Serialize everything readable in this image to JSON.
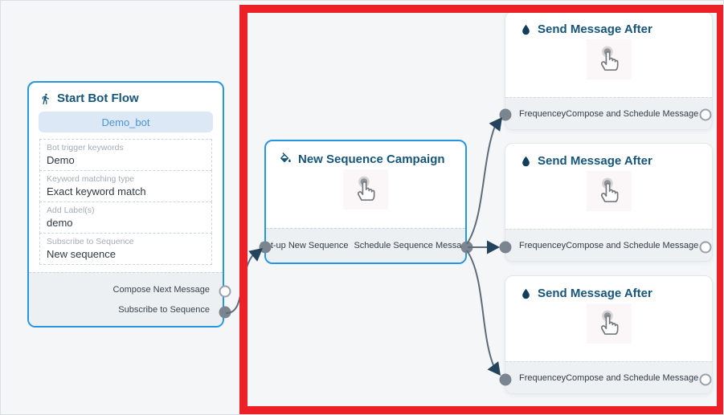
{
  "canvas": {
    "background": "#f4f6f8"
  },
  "colors": {
    "accent_blue": "#2596e1",
    "title_text": "#17567a",
    "red_highlight": "#ec2026",
    "connector_filled": "#7b8590",
    "edge_line": "#5d6b7a",
    "arrowhead": "#24435c",
    "button_bg": "#dce8f5",
    "button_text": "#4a94d8",
    "footer_bg": "#edf0f3"
  },
  "nodes": {
    "start_bot_flow": {
      "title": "Start Bot Flow",
      "icon": "walking-person-icon",
      "button_label": "Demo_bot",
      "fields": [
        {
          "label": "Bot trigger keywords",
          "value": "Demo"
        },
        {
          "label": "Keyword matching type",
          "value": "Exact keyword match"
        },
        {
          "label": "Add Label(s)",
          "value": "demo"
        },
        {
          "label": "Subscribe to Sequence",
          "value": "New sequence"
        }
      ],
      "outputs": [
        {
          "label": "Compose Next Message",
          "connected": false
        },
        {
          "label": "Subscribe to Sequence",
          "connected": true
        }
      ]
    },
    "new_sequence_campaign": {
      "title": "New Sequence Campaign",
      "icon": "paint-bucket-icon",
      "body_icon": "tap-hand-icon",
      "outputs": [
        "Set-up New Sequence",
        "Schedule Sequence Message"
      ]
    },
    "send_message_after": {
      "title": "Send Message After",
      "icon": "water-drop-icon",
      "body_icon": "tap-hand-icon",
      "output_left": "Frequencey",
      "output_right": "Compose and Schedule Message",
      "instances": 3
    }
  },
  "edges": [
    {
      "from": "start-bot-flow/subscribe-to-sequence",
      "to": "new-sequence-campaign/input"
    },
    {
      "from": "new-sequence-campaign/output",
      "to": "send-message-after-1/frequencey"
    },
    {
      "from": "new-sequence-campaign/output",
      "to": "send-message-after-2/frequencey"
    },
    {
      "from": "new-sequence-campaign/output",
      "to": "send-message-after-3/frequencey"
    }
  ],
  "annotation": {
    "type": "red-highlight-rectangle"
  }
}
